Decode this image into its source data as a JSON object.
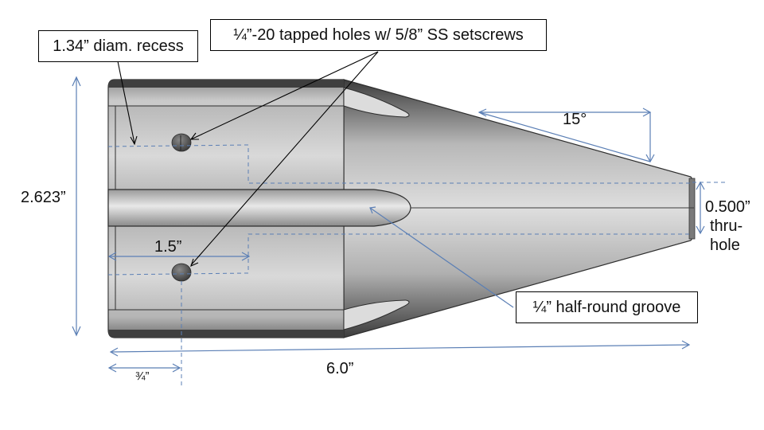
{
  "callouts": {
    "recess": "1.34” diam. recess",
    "tapped_holes": "¼”-20 tapped holes w/ 5/8” SS setscrews",
    "groove": "¼” half-round groove"
  },
  "dimensions": {
    "overall_diameter": "2.623”",
    "overall_length": "6.0”",
    "recess_depth": "1.5”",
    "hole_offset": "¾”",
    "taper_angle": "15°",
    "thru_hole_value": "0.500”",
    "thru_hole_line1": "thru-",
    "thru_hole_line2": "hole"
  },
  "colors": {
    "dimension_line": "#5b7fb5",
    "leader_line": "#000000",
    "part_body": "#c8c8c8",
    "part_edge": "#3a3a3a"
  }
}
